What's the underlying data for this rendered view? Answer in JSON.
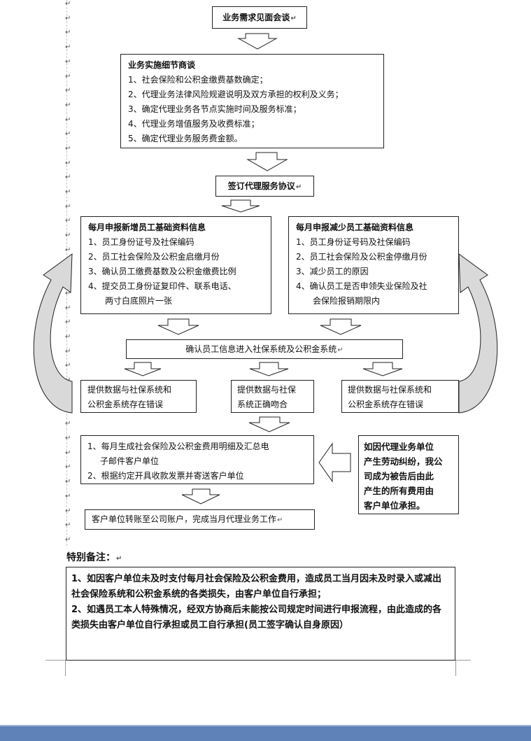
{
  "flow": {
    "step1": "业务需求见面会谈",
    "step2": {
      "title": "业务实施细节商谈",
      "items": [
        "1、社会保险和公积金缴费基数确定；",
        "2、代理业务法律风险规避说明及双方承担的权利及义务；",
        "3、确定代理业务各节点实施时间及服务标准；",
        "4、代理业务增值服务及收费标准；",
        "5、确定代理业务服务费金额。"
      ]
    },
    "step3": "签订代理服务协议",
    "left_info": {
      "title": "每月申报新增员工基础资料信息",
      "items": [
        "1、员工身份证号及社保编码",
        "2、员工社会保险及公积金启缴月份",
        "3、确认员工缴费基数及公积金缴费比例",
        "4、提交员工身份证复印件、联系电话、",
        "两寸白底照片一张"
      ]
    },
    "right_info": {
      "title": "每月申报减少员工基础资料信息",
      "items": [
        "1、员工身份证号码及社保编码",
        "2、员工社会保险及公积金停缴月份",
        "3、减少员工的原因",
        "4、确认员工是否申领失业保险及社",
        "会保险报销期限内"
      ]
    },
    "confirm": "确认员工信息进入社保系统及公积金系统",
    "result_left": [
      "提供数据与社保系统和",
      "公积金系统存在错误"
    ],
    "result_mid": [
      "提供数据与社保",
      "系统正确吻合"
    ],
    "result_right": [
      "提供数据与社保系统和",
      "公积金系统存在错误"
    ],
    "monthly": [
      "1、每月生成社会保险及公积金费用明细及汇总电",
      "子邮件客户单位",
      "2、根据约定开具收款发票并寄送客户单位"
    ],
    "dispute": [
      "如因代理业务单位",
      "产生劳动纠纷，我公",
      "司成为被告后由此",
      "产生的所有费用由",
      "客户单位承担。"
    ],
    "final": "客户单位转账至公司账户，完成当月代理业务工作"
  },
  "notes": {
    "title": "特别备注：",
    "p1": "1、如因客户单位未及时支付每月社会保险及公积金费用，造成员工当月因未及时录入或减出社会保险系统和公积金系统的各类损失，由客户单位自行承担；",
    "p2": "2、如遇员工本人特殊情况，经双方协商后未能按公司规定时间进行申报流程，由此造成的各类损失由客户单位自行承担或员工自行承担(员工签字确认自身原因）"
  },
  "colors": {
    "arrow_fill": "#d9d9d9",
    "footer_bar": "#5f82b8"
  }
}
